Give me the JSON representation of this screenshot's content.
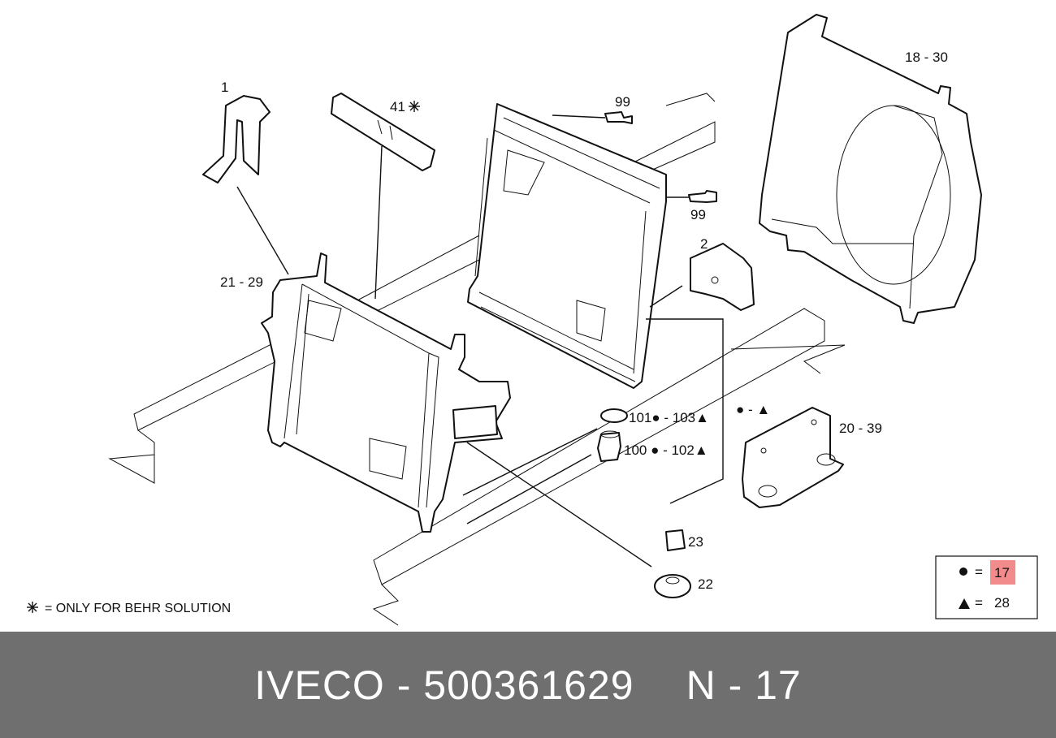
{
  "labels": {
    "p1": "1",
    "p41": "41",
    "p99a": "99",
    "p99b": "99",
    "p18_30": "18 - 30",
    "p21_29": "21 - 29",
    "p2": "2",
    "p101_103": "101● - 103▲",
    "p100_102": "100 ● - 102▲",
    "p_dot_tri": "● - ▲",
    "p20_39": "20 - 39",
    "p23": "23",
    "p22": "22"
  },
  "note": "= ONLY FOR BEHR SOLUTION",
  "legend": {
    "circle_value": "17",
    "triangle_value": "28",
    "equals": "=",
    "highlight_color": "#f28b8b"
  },
  "footer": {
    "brand": "IVECO",
    "separator": "-",
    "part_number": "500361629",
    "page_ref": "N - 17",
    "background": "#6f6f6f"
  }
}
